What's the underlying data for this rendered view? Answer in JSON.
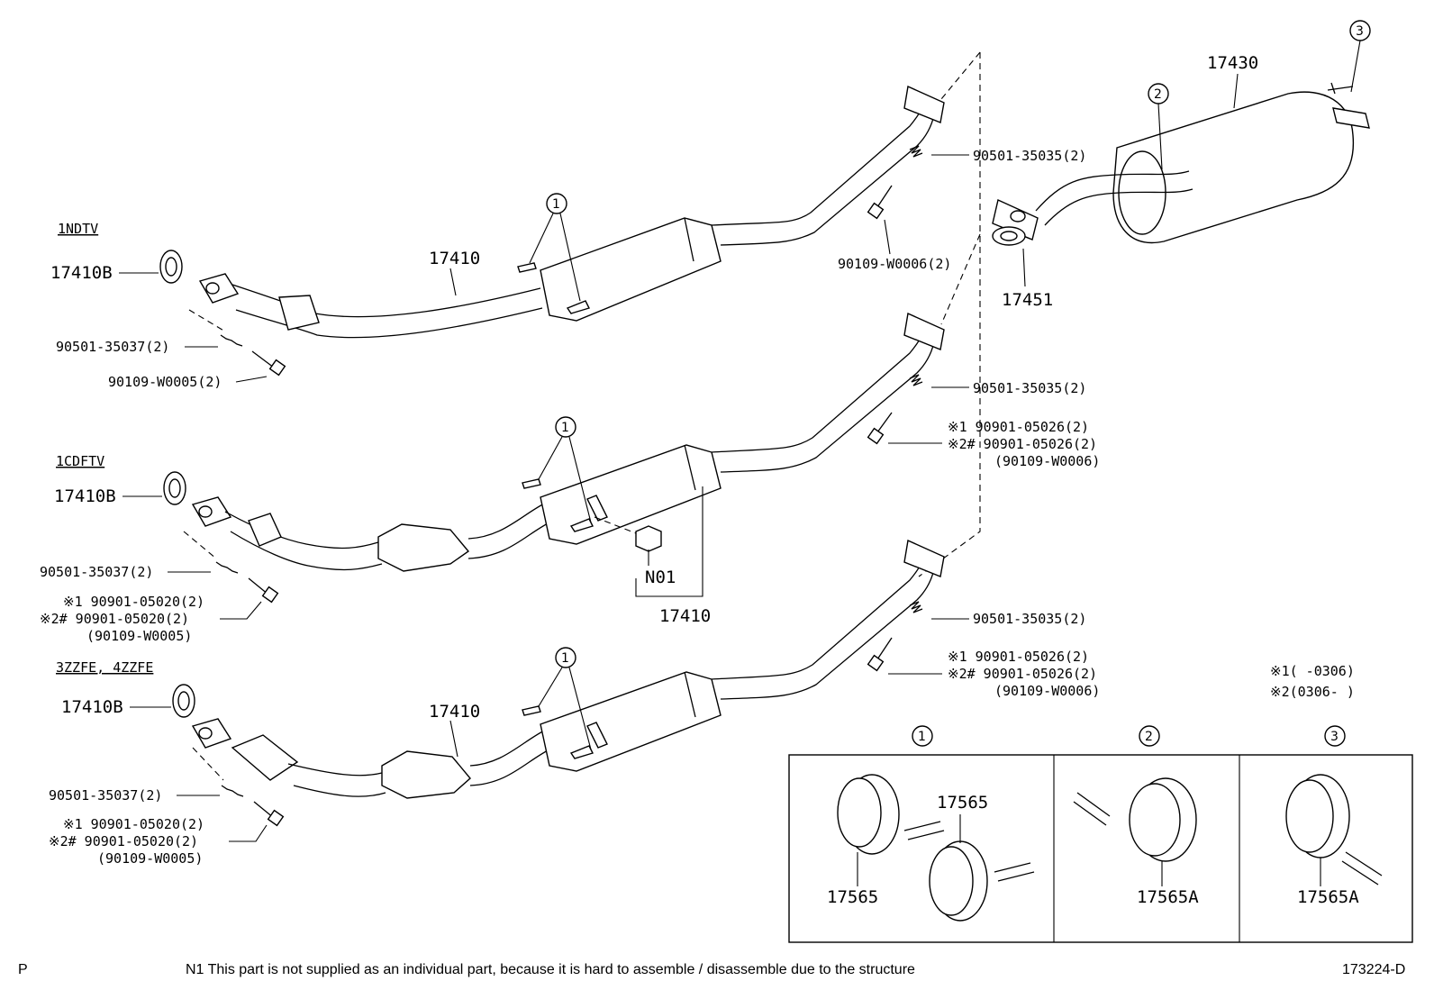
{
  "engines": {
    "e1": "1NDTV",
    "e2": "1CDFTV",
    "e3": "3ZZFE, 4ZZFE"
  },
  "parts": {
    "p17410": "17410",
    "p17410b": "17410B",
    "p17430": "17430",
    "p17451": "17451",
    "pN01": "N01",
    "p17565": "17565",
    "p17565a": "17565A"
  },
  "fasteners": {
    "gasket_front": "90501-35037(2)",
    "gasket_rear": "90501-35035(2)",
    "bolt_w0005": "90109-W0005(2)",
    "bolt_w0006": "90109-W0006(2)",
    "note1_front": "※1  90901-05020(2)",
    "note2_front": "※2# 90901-05020(2)",
    "alt_front": "(90109-W0005)",
    "note1_rear": "※1  90901-05026(2)",
    "note2_rear": "※2# 90901-05026(2)",
    "alt_rear": "(90109-W0006)"
  },
  "callouts": {
    "c1": "1",
    "c2": "2",
    "c3": "3"
  },
  "legend": {
    "l1": "※1(      -0306)",
    "l2": "※2(0306-      )"
  },
  "footer": {
    "left": "P",
    "note": "N1  This part is not supplied as an individual part, because it is hard to assemble / disassemble due to the structure",
    "code": "173224-D"
  }
}
